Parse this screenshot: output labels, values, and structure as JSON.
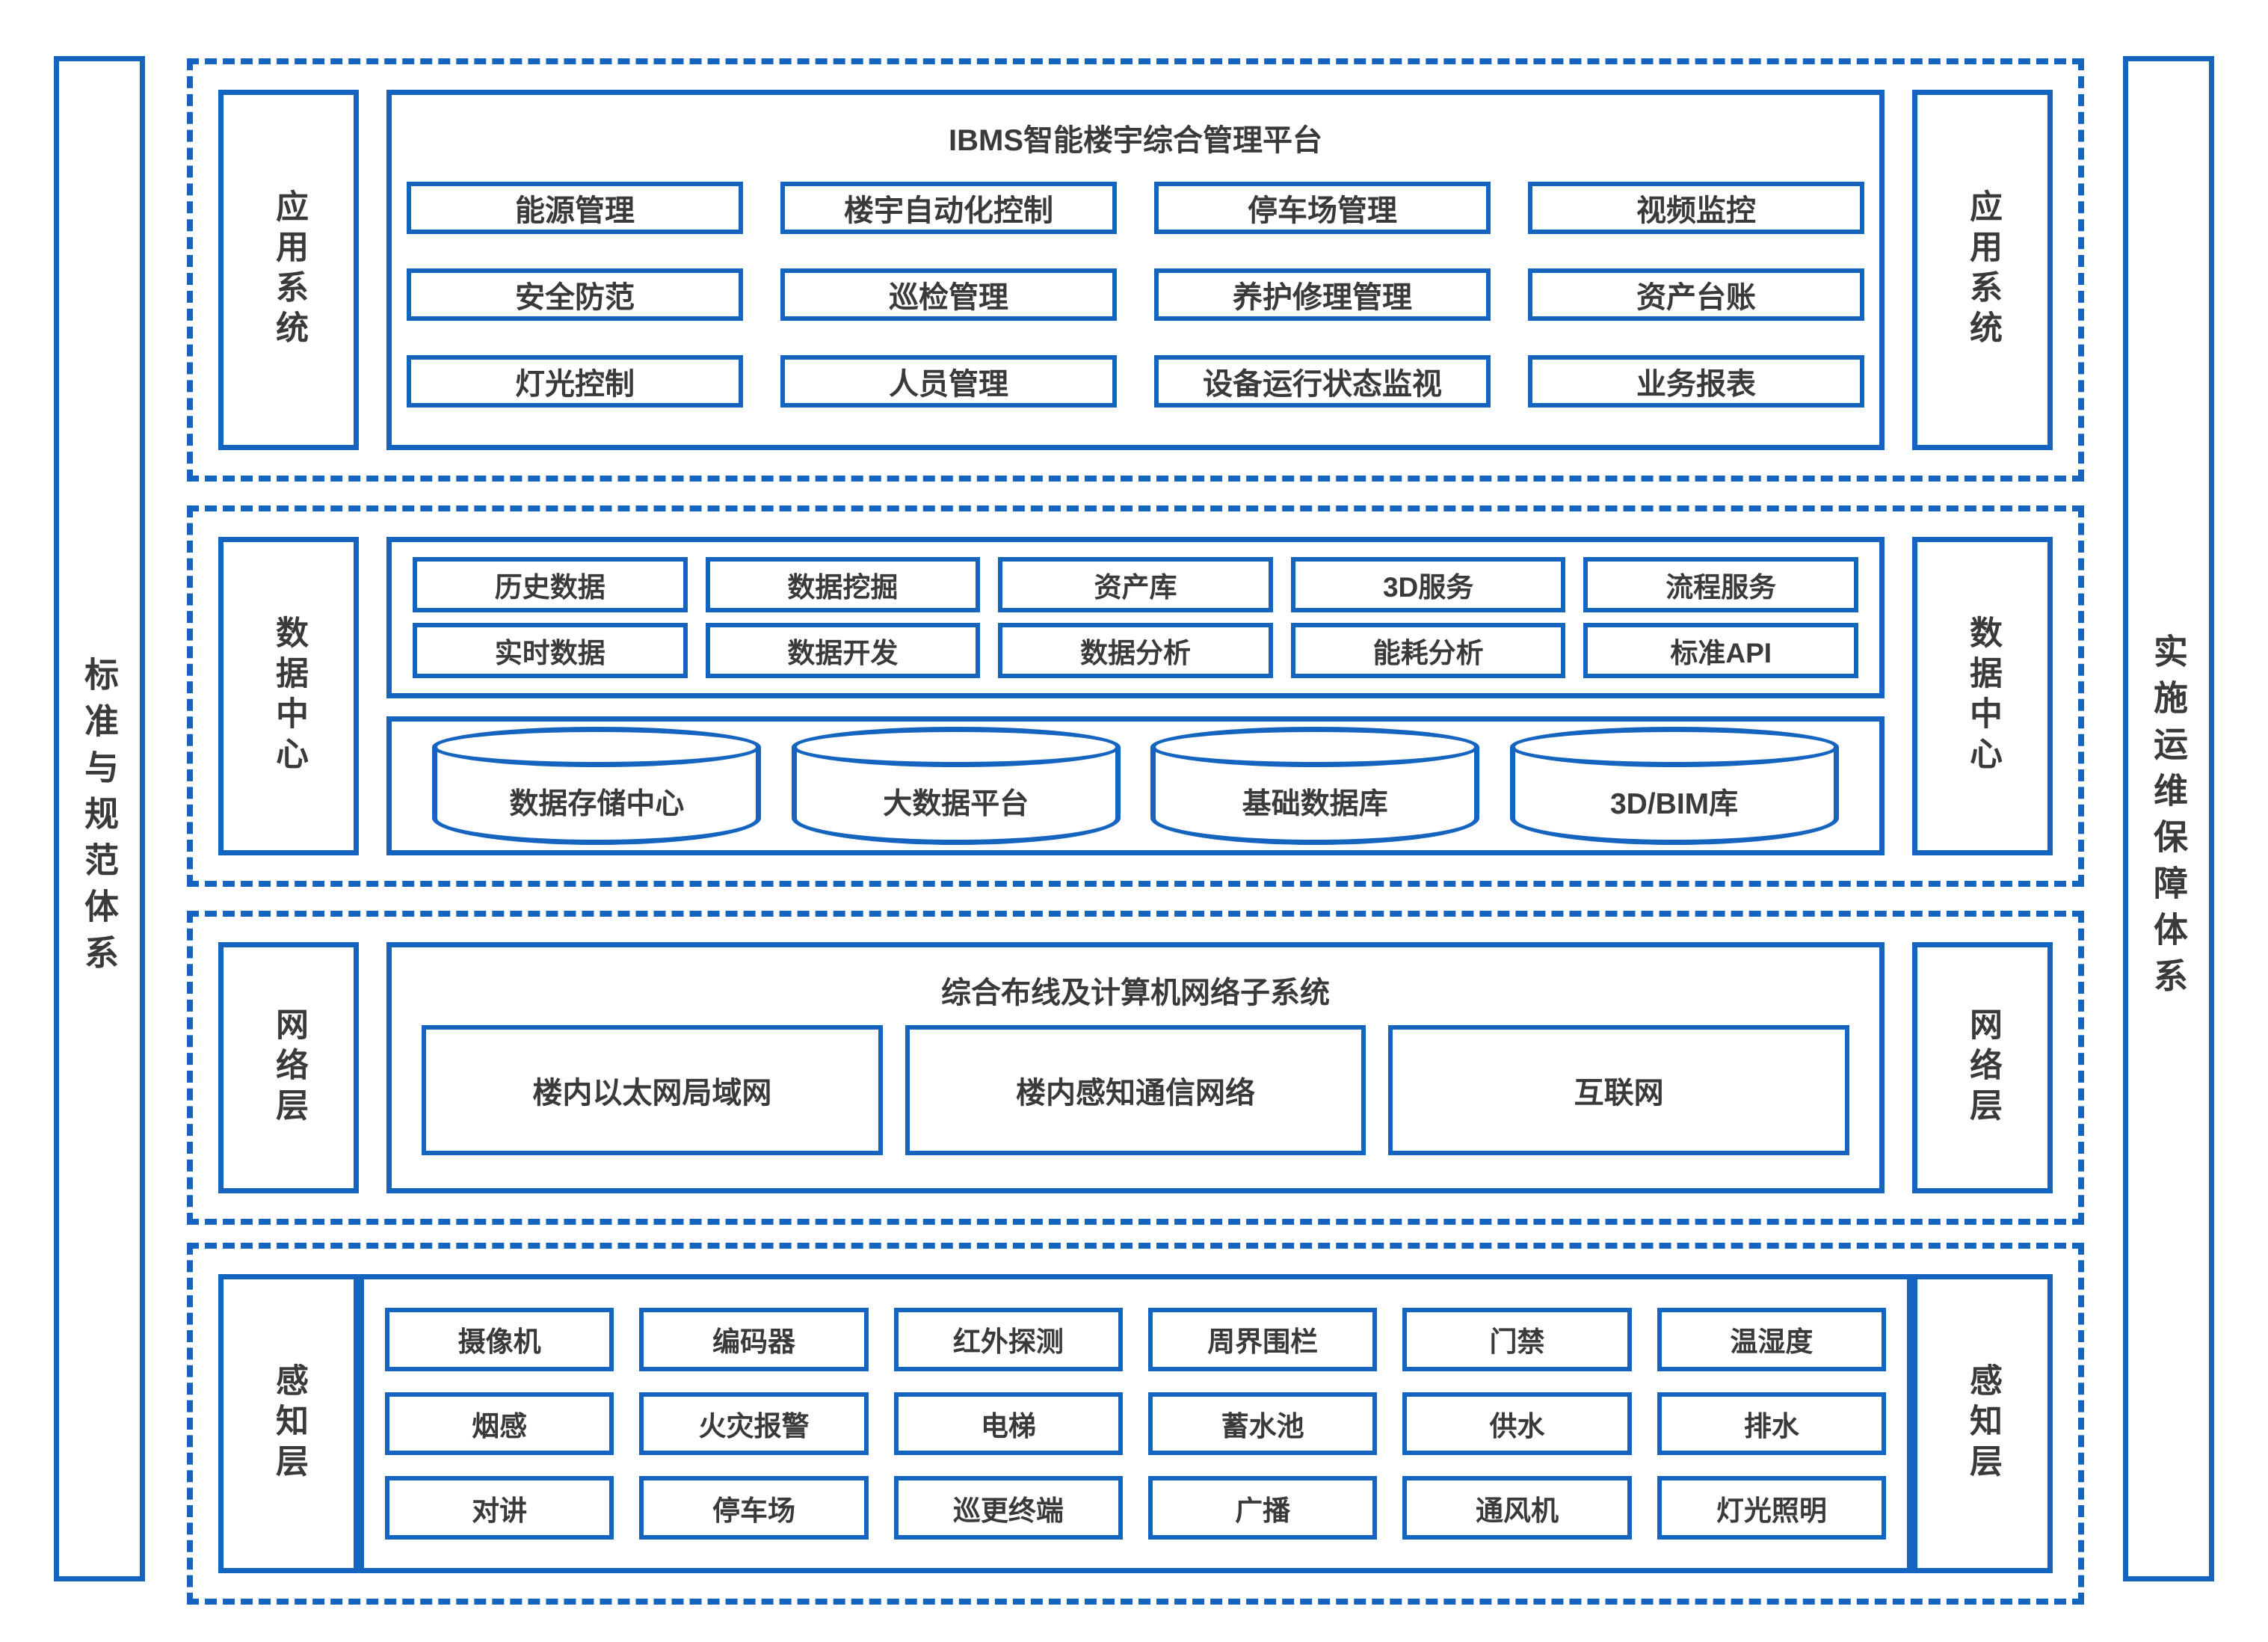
{
  "colors": {
    "accent": "#1565c0",
    "text": "#3a3a3a"
  },
  "left_rail": {
    "label": "标准与规范体系"
  },
  "right_rail": {
    "label": "实施运维保障体系"
  },
  "app_layer": {
    "side_label": "应用系统",
    "platform_title": "IBMS智能楼宇综合管理平台",
    "modules": [
      "能源管理",
      "楼宇自动化控制",
      "停车场管理",
      "视频监控",
      "安全防范",
      "巡检管理",
      "养护修理管理",
      "资产台账",
      "灯光控制",
      "人员管理",
      "设备运行状态监视",
      "业务报表"
    ]
  },
  "data_layer": {
    "side_label": "数据中心",
    "services": [
      "历史数据",
      "数据挖掘",
      "资产库",
      "3D服务",
      "流程服务",
      "实时数据",
      "数据开发",
      "数据分析",
      "能耗分析",
      "标准API"
    ],
    "databases": [
      "数据存储中心",
      "大数据平台",
      "基础数据库",
      "3D/BIM库"
    ]
  },
  "network_layer": {
    "side_label": "网络层",
    "subsystem_title": "综合布线及计算机网络子系统",
    "networks": [
      "楼内以太网局域网",
      "楼内感知通信网络",
      "互联网"
    ]
  },
  "perception_layer": {
    "side_label": "感知层",
    "devices": [
      "摄像机",
      "编码器",
      "红外探测",
      "周界围栏",
      "门禁",
      "温湿度",
      "烟感",
      "火灾报警",
      "电梯",
      "蓄水池",
      "供水",
      "排水",
      "对讲",
      "停车场",
      "巡更终端",
      "广播",
      "通风机",
      "灯光照明"
    ]
  }
}
